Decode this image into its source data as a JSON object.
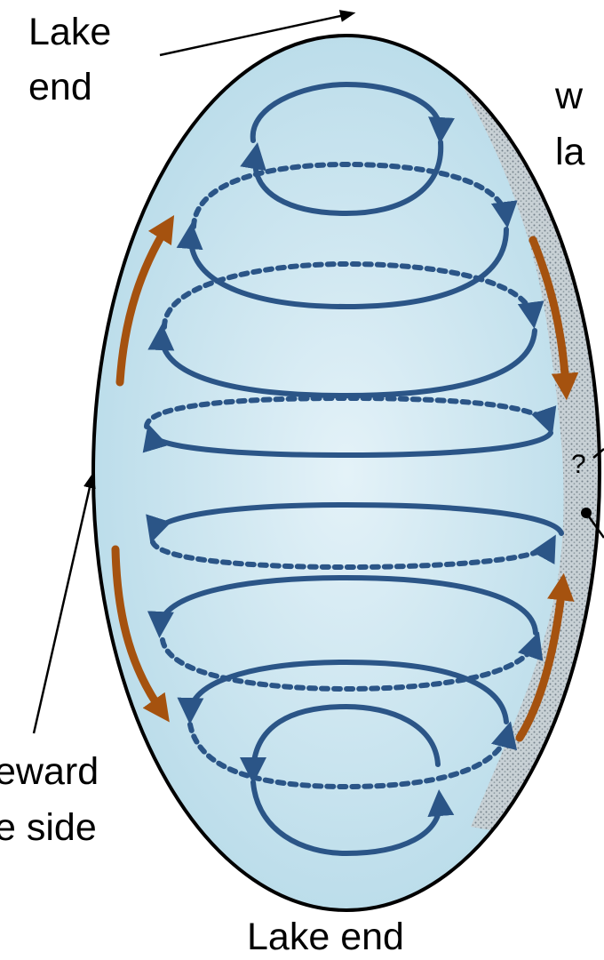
{
  "labels": {
    "lake_end_top_line1": "Lake",
    "lake_end_top_line2": "end",
    "right_top_line1": "w",
    "right_top_line2": "la",
    "left_line1": "eward",
    "left_line2": "e side",
    "lake_end_bottom": "Lake end",
    "question_mark": "?"
  },
  "colors": {
    "lake_fill_center": "#e4f2f8",
    "lake_fill_edge": "#b8dbe9",
    "outline": "#000000",
    "circulation": "#2b5587",
    "boundary_flow": "#a5520f",
    "shore_zone": "#9aa3a8"
  },
  "icons": {
    "circulation_arrows": "solid-and-dashed-loop-arrows",
    "boundary_arrows": "curved-brown-arrows",
    "shore": "stippled-shore-zone"
  }
}
